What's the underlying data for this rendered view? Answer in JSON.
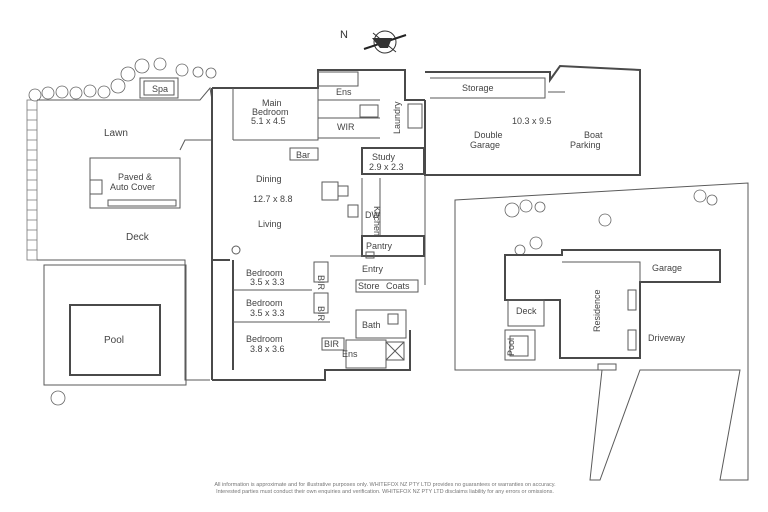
{
  "compass": {
    "label": "N"
  },
  "rooms": {
    "spa": "Spa",
    "lawn": "Lawn",
    "paved": "Paved &",
    "auto_cover": "Auto Cover",
    "deck": "Deck",
    "pool": "Pool",
    "main_bedroom": "Main",
    "main_bedroom_2": "Bedroom",
    "main_bedroom_dim": "5.1 x 4.5",
    "ens": "Ens",
    "wir": "WIR",
    "laundry": "Laundry",
    "storage": "Storage",
    "garage_dim": "10.3 x 9.5",
    "double": "Double",
    "garage": "Garage",
    "boat": "Boat",
    "parking": "Parking",
    "bar": "Bar",
    "study": "Study",
    "study_dim": "2.9 x 2.3",
    "dining": "Dining",
    "living_dim": "12.7 x 8.8",
    "living": "Living",
    "kitchen": "Kitchen",
    "dw": "DW",
    "pantry": "Pantry",
    "entry": "Entry",
    "store": "Store",
    "coats": "Coats",
    "bedroom1": "Bedroom",
    "bedroom1_dim": "3.5 x 3.3",
    "bir": "BIR",
    "bedroom2": "Bedroom",
    "bedroom2_dim": "3.5 x 3.3",
    "bath": "Bath",
    "bedroom3": "Bedroom",
    "bedroom3_dim": "3.8 x 3.6",
    "ens2": "Ens"
  },
  "site_plan": {
    "deck": "Deck",
    "pool": "Pool",
    "residence": "Residence",
    "garage": "Garage",
    "driveway": "Driveway"
  },
  "disclaimer": {
    "line1": "All information is approximate and for illustrative purposes only. WHITEFOX NZ PTY LTD provides no guarantees or warranties on accuracy.",
    "line2": "Interested parties must conduct their own enquiries and verification. WHITEFOX NZ PTY LTD disclaims liability for any errors or omissions."
  }
}
